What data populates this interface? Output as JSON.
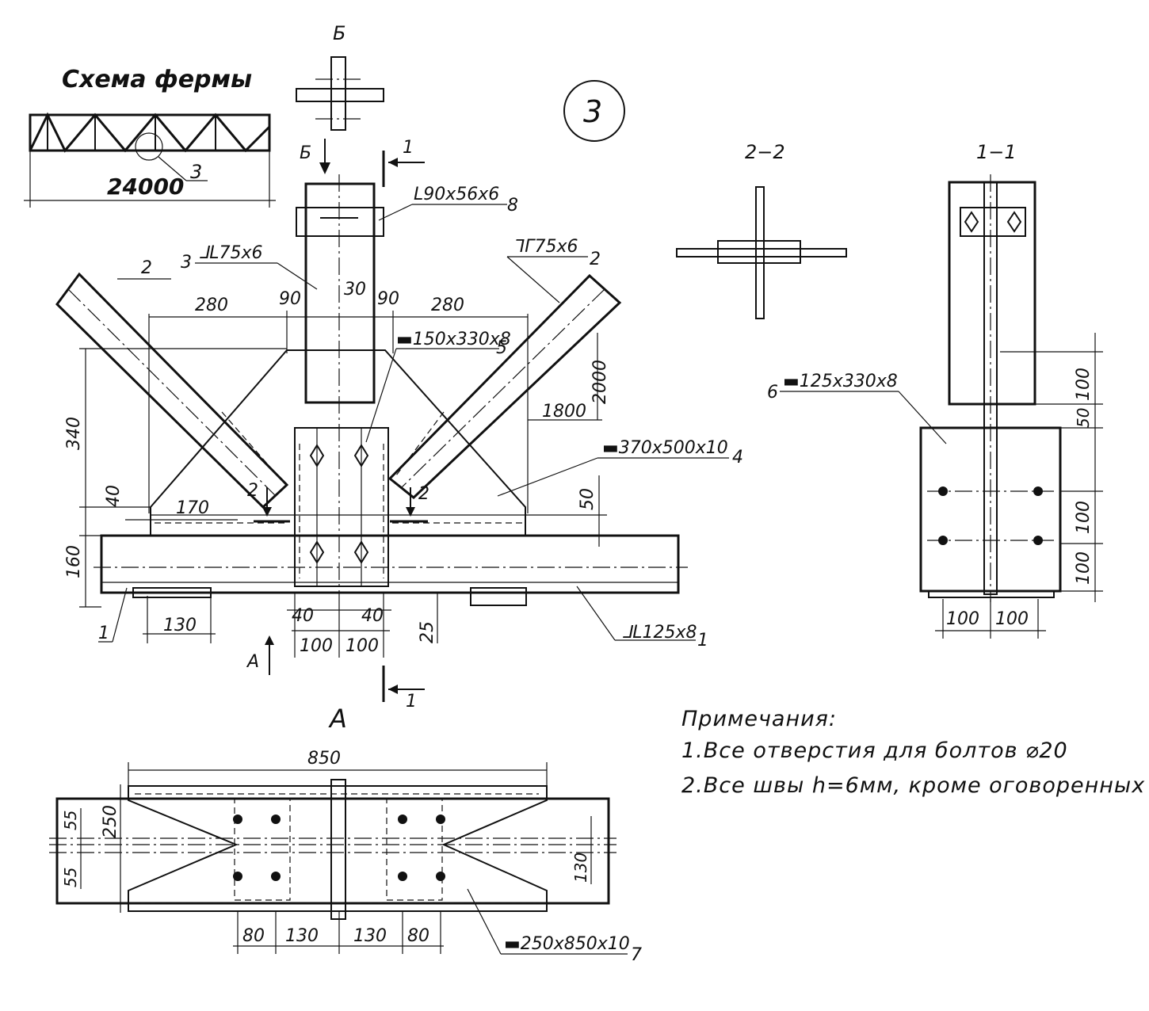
{
  "truss_scheme": {
    "title": "Схема фермы",
    "span": "24000",
    "node_ref": "3"
  },
  "node_number": "3",
  "views": {
    "b": "Б",
    "b_arrow": "Б",
    "a_arrow": "А",
    "a_title": "А",
    "s22": "2−2",
    "s11": "1−1",
    "cut1_top": "1",
    "cut1_bot": "1",
    "cut2_left": "2",
    "cut2_right": "2"
  },
  "parts": {
    "p1_label": "⅃L125x8",
    "p1_num": "1",
    "p1_num_left": "1",
    "p2_label": "⅂Γ75x6",
    "p2_num": "2",
    "p2_num_left": "2",
    "p3_label": "⅃L75x6",
    "p3_num": "3",
    "p4_label": "▬370x500x10",
    "p4_num": "4",
    "p5_label": "▬150x330x8",
    "p5_num": "5",
    "p6_label": "▬125x330x8",
    "p6_num": "6",
    "p7_label": "▬250x850x10",
    "p7_num": "7",
    "p8_label": "L90x56x6",
    "p8_num": "8"
  },
  "dims": {
    "d280l": "280",
    "d90l": "90",
    "d30": "30",
    "d90r": "90",
    "d280r": "280",
    "d340": "340",
    "d40": "40",
    "d170": "170",
    "d160": "160",
    "d130": "130",
    "d40a": "40",
    "d40b": "40",
    "d100a": "100",
    "d100b": "100",
    "d25": "25",
    "d50": "50",
    "d2000": "2000",
    "d1800": "1800",
    "s11_100a": "100",
    "s11_50": "50",
    "s11_100b": "100",
    "s11_100c": "100",
    "s11_100h1": "100",
    "s11_100h2": "100",
    "a_850": "850",
    "a_250": "250",
    "a_55a": "55",
    "a_55b": "55",
    "a_130v": "130",
    "a_80l": "80",
    "a_130l": "130",
    "a_130r": "130",
    "a_80r": "80"
  },
  "notes": {
    "title": "Примечания:",
    "line1": "1.Все отверстия для болтов ⌀20",
    "line2": "2.Все швы h=6мм, кроме оговоренных"
  }
}
